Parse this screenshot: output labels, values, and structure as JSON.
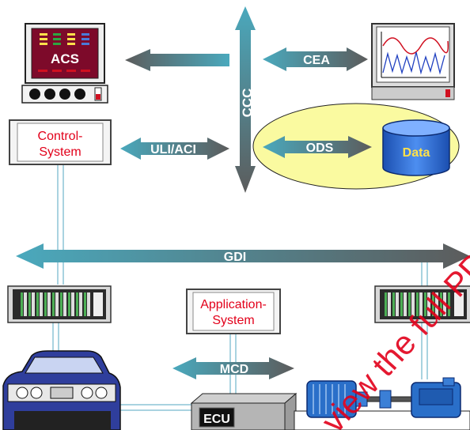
{
  "labels": {
    "acs": "ACS",
    "ccc": "CCC",
    "cea": "CEA",
    "control_system_line1": "Control-",
    "control_system_line2": "System",
    "uli_aci": "ULI/ACI",
    "ods": "ODS",
    "data": "Data",
    "gdi": "GDI",
    "application_system_line1": "Application-",
    "application_system_line2": "System",
    "mcd": "MCD",
    "ecu": "ECU"
  },
  "watermark": "view the full PDF o",
  "colors": {
    "arrow_light": "#4aa9bd",
    "arrow_dark": "#5c5c5c",
    "ellipse": "#fafaa0",
    "cylinder": "#2d6fd9",
    "label_red": "#e2001a",
    "cable": "#a9d3e0"
  }
}
